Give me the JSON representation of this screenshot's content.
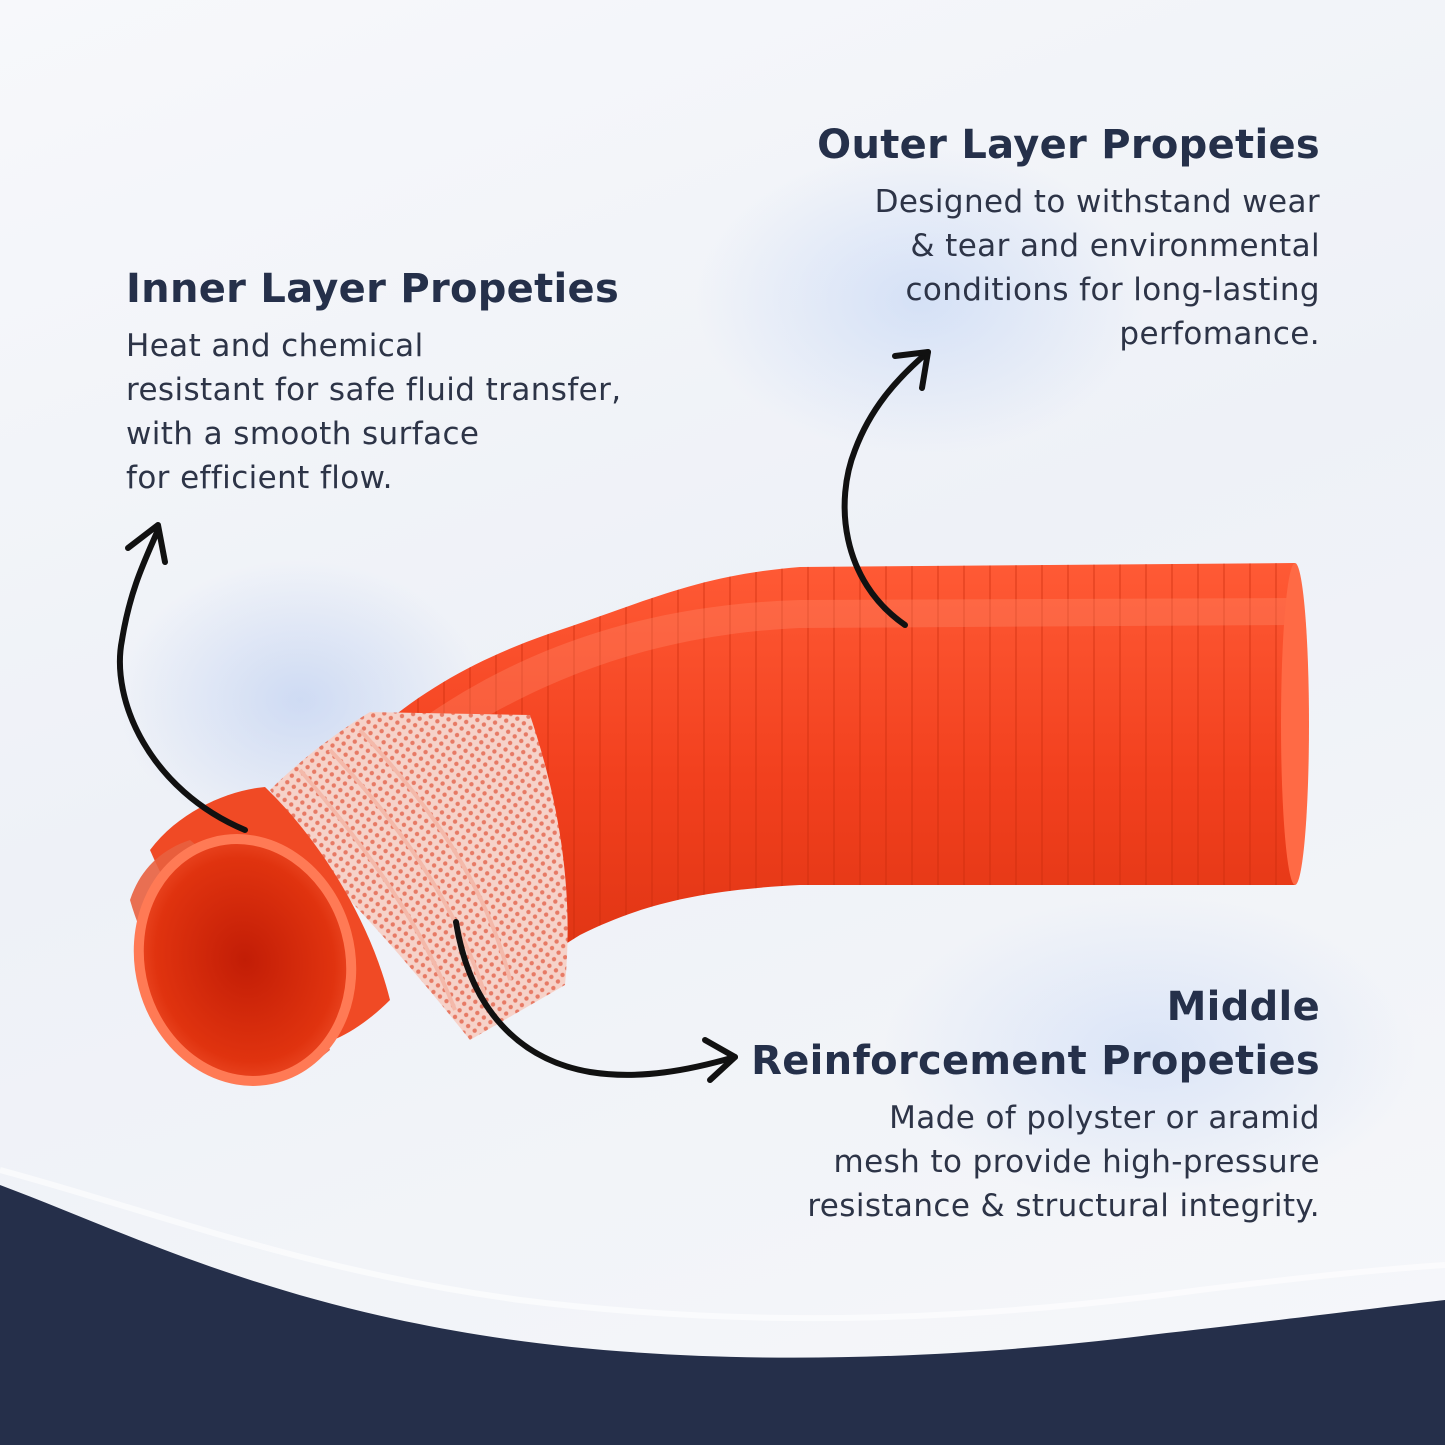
{
  "inner_layer": {
    "title": "Inner Layer Propeties",
    "lines": [
      "Heat and chemical",
      "resistant for safe fluid transfer,",
      "with a smooth surface",
      "for efficient flow."
    ]
  },
  "outer_layer": {
    "title": "Outer Layer Propeties",
    "lines": [
      "Designed to withstand wear",
      "& tear and environmental",
      "conditions for long-lasting",
      "perfomance."
    ]
  },
  "middle_layer": {
    "title_lines": [
      "Middle",
      "Reinforcement Propeties"
    ],
    "lines": [
      "Made of polyster or aramid",
      "mesh to provide high-pressure",
      "resistance & structural integrity."
    ]
  },
  "colors": {
    "hose": "#f2401e",
    "mesh": "#f5c7bd",
    "wave": "#252f4a",
    "text": "#25304a"
  }
}
